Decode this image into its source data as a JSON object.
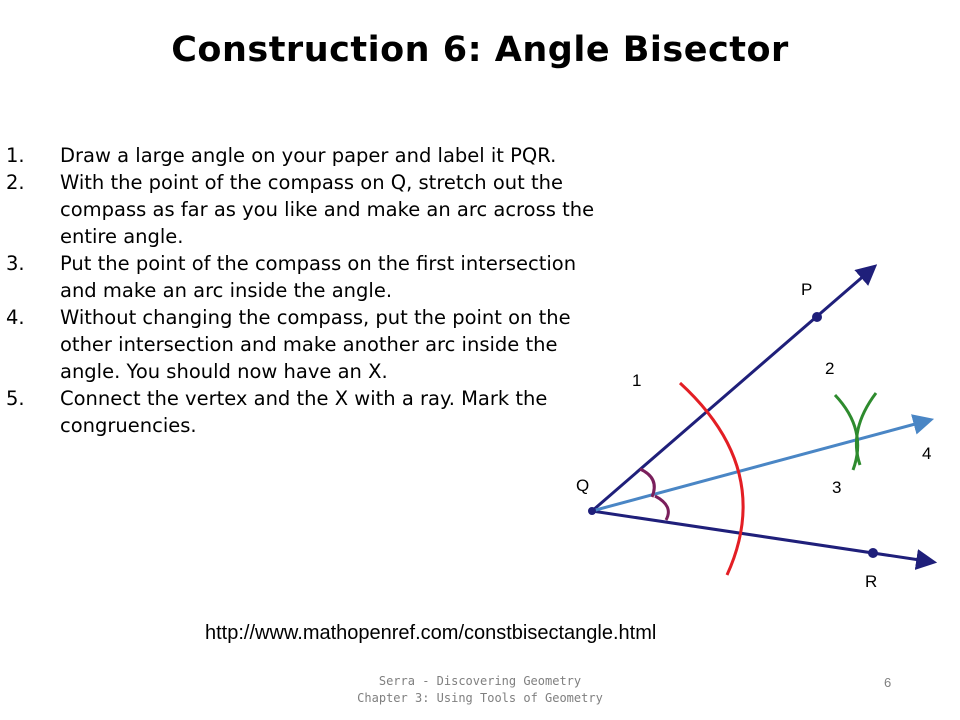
{
  "title": "Construction 6: Angle Bisector",
  "steps": [
    {
      "num": "1.",
      "text": "Draw a large angle on your paper and label it PQR."
    },
    {
      "num": "2.",
      "text": "With the point of the compass on Q, stretch out the compass as far as you like and make an arc across the entire angle."
    },
    {
      "num": "3.",
      "text": "Put the point of the compass on the first intersection and make an arc inside the angle."
    },
    {
      "num": "4.",
      "text": "Without changing the compass, put the point on the other intersection and make another arc inside the angle. You should now have an X."
    },
    {
      "num": "5.",
      "text": "Connect the vertex and the X with a ray. Mark the congruencies."
    }
  ],
  "url": "http://www.mathopenref.com/constbisectangle.html",
  "footer": {
    "line1": "Serra - Discovering Geometry",
    "line2": "Chapter 3: Using Tools of Geometry"
  },
  "page_number": "6",
  "diagram": {
    "labels": {
      "P": "P",
      "Q": "Q",
      "R": "R",
      "n1": "1",
      "n2": "2",
      "n3": "3",
      "n4": "4"
    },
    "colors": {
      "rays": "#1f1f7a",
      "bisector": "#4a86c5",
      "arc1": "#e31e24",
      "arcs23": "#2e8b2e",
      "marks": "#7a1f5c"
    }
  }
}
